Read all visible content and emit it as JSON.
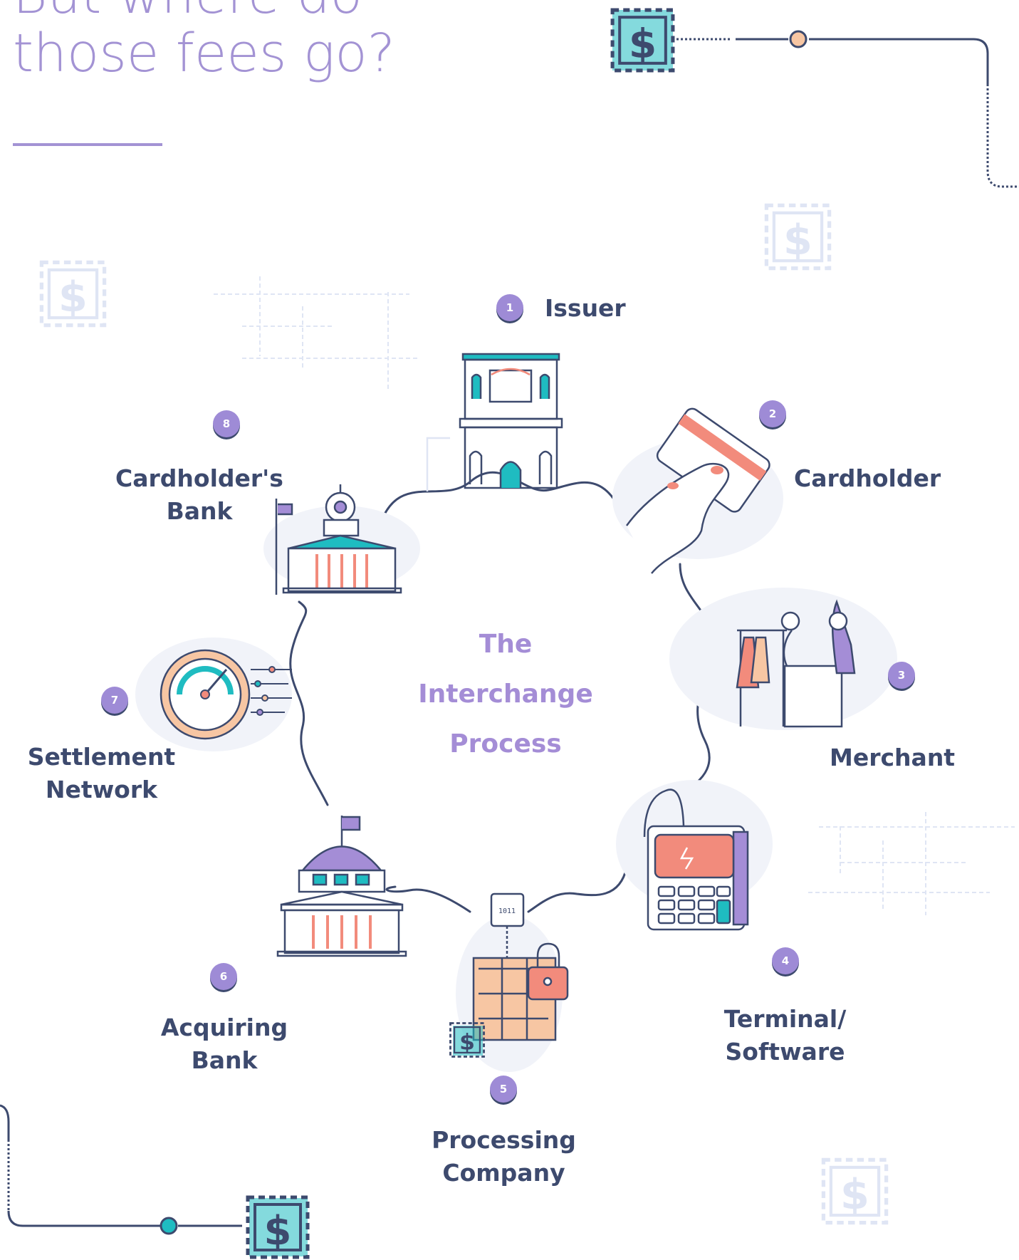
{
  "headline": [
    "But where do",
    "those fees go?"
  ],
  "center": [
    "The",
    "Interchange",
    "Process"
  ],
  "steps": [
    {
      "num": "1",
      "lines": [
        "Issuer"
      ]
    },
    {
      "num": "2",
      "lines": [
        "Cardholder"
      ]
    },
    {
      "num": "3",
      "lines": [
        "Merchant"
      ]
    },
    {
      "num": "4",
      "lines": [
        "Terminal/",
        "Software"
      ]
    },
    {
      "num": "5",
      "lines": [
        "Processing",
        "Company"
      ]
    },
    {
      "num": "6",
      "lines": [
        "Acquiring",
        "Bank"
      ]
    },
    {
      "num": "7",
      "lines": [
        "Settlement",
        "Network"
      ]
    },
    {
      "num": "8",
      "lines": [
        "Cardholder's",
        "Bank"
      ]
    }
  ],
  "colors": {
    "heading": "#a393d4",
    "label": "#3d4a6e",
    "badge": "#9e8bd6",
    "line": "#3d4a6e",
    "coral": "#f28b7c",
    "peach": "#f7c6a3",
    "teal": "#1fbcc1",
    "faint": "#dfe5f4"
  },
  "icons": {
    "issuer": "bank-building-icon",
    "cardholder": "hand-card-icon",
    "merchant": "shop-counter-icon",
    "terminal": "card-terminal-icon",
    "processing": "data-lock-icon",
    "acquiring": "capitol-bank-icon",
    "settlement": "gauge-dial-icon",
    "cardholders_bank": "courthouse-bank-icon",
    "stamp": "dollar-stamp-icon"
  }
}
